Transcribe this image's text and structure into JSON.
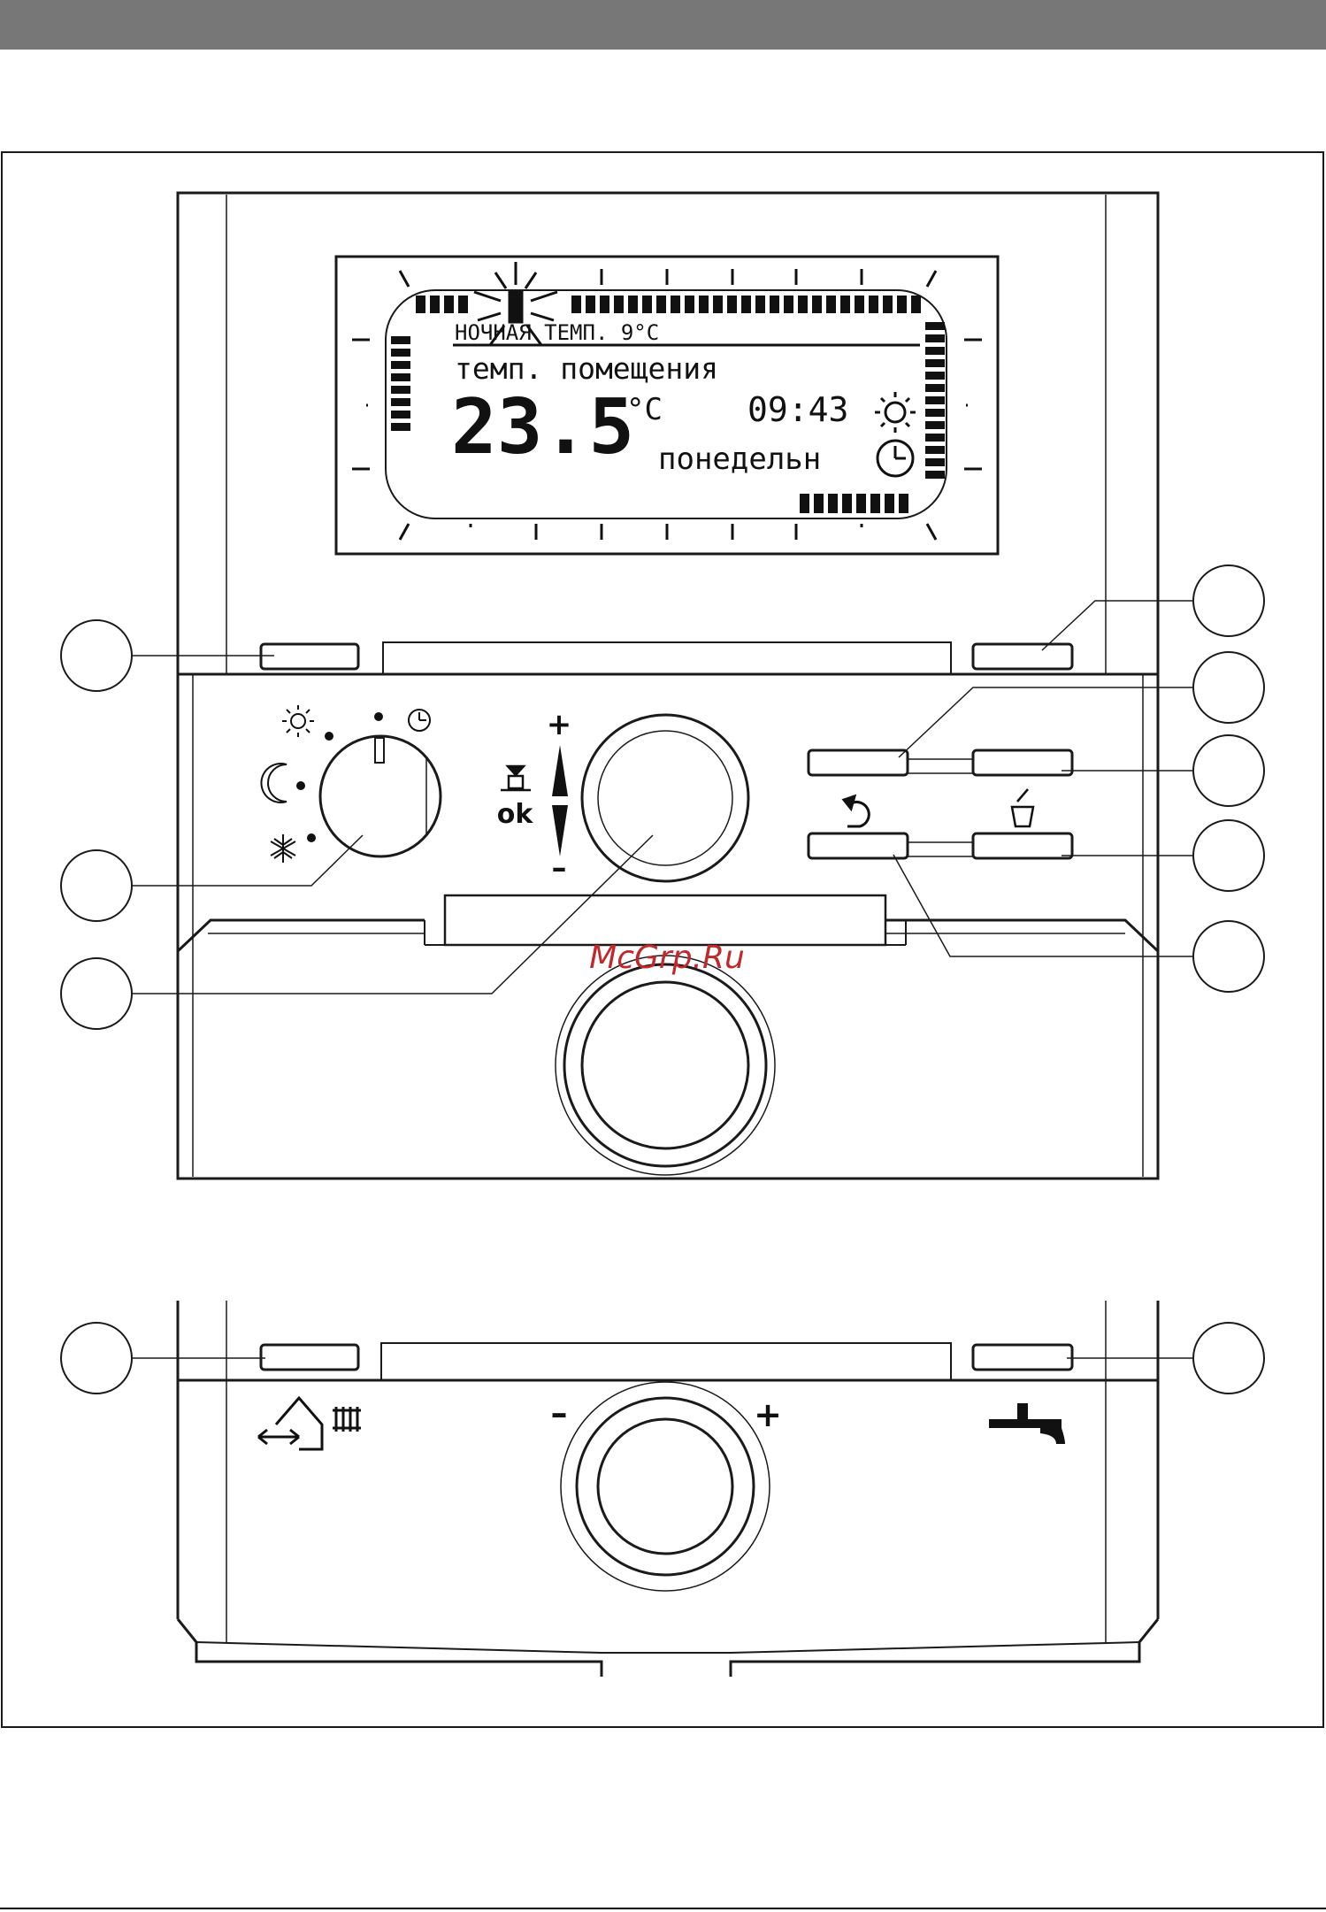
{
  "display": {
    "header_line": "НОЧНАЯ ТЕМП. 9°C",
    "label": "темп. помещения",
    "temperature_value": "23.5",
    "temperature_unit": "°C",
    "time": "09:43",
    "weekday": "понедельн"
  },
  "controls": {
    "plus_sign": "+",
    "minus_sign": "–",
    "ok_label": "ok",
    "lower_minus": "–",
    "lower_plus": "+"
  },
  "watermark": "McGrp.Ru",
  "colors": {
    "header_bar": "#777777",
    "line": "#1a1a1a",
    "watermark": "#c0282c"
  },
  "icons": [
    "sun-icon",
    "moon-icon",
    "snowflake-icon",
    "clock-icon",
    "back-arrow-icon",
    "cup-icon",
    "house-arrow-icon",
    "radiator-icon",
    "faucet-icon"
  ]
}
